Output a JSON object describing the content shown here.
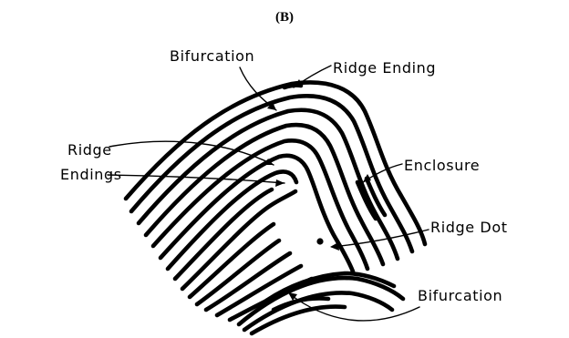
{
  "figure": {
    "panel_label": "(B)",
    "labels": {
      "bifurcation_top": "Bifurcation",
      "ridge_ending": "Ridge Ending",
      "ridge_endings_line1": "Ridge",
      "ridge_endings_line2": "Endings",
      "enclosure": "Enclosure",
      "ridge_dot": "Ridge Dot",
      "bifurcation_bottom": "Bifurcation"
    },
    "colors": {
      "ink": "#000000",
      "background": "#ffffff"
    }
  }
}
